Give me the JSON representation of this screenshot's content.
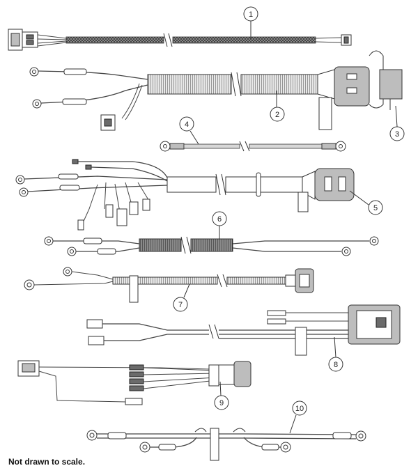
{
  "callouts": [
    "1",
    "2",
    "3",
    "4",
    "5",
    "6",
    "7",
    "8",
    "9",
    "10"
  ],
  "caption": "Not drawn to scale."
}
